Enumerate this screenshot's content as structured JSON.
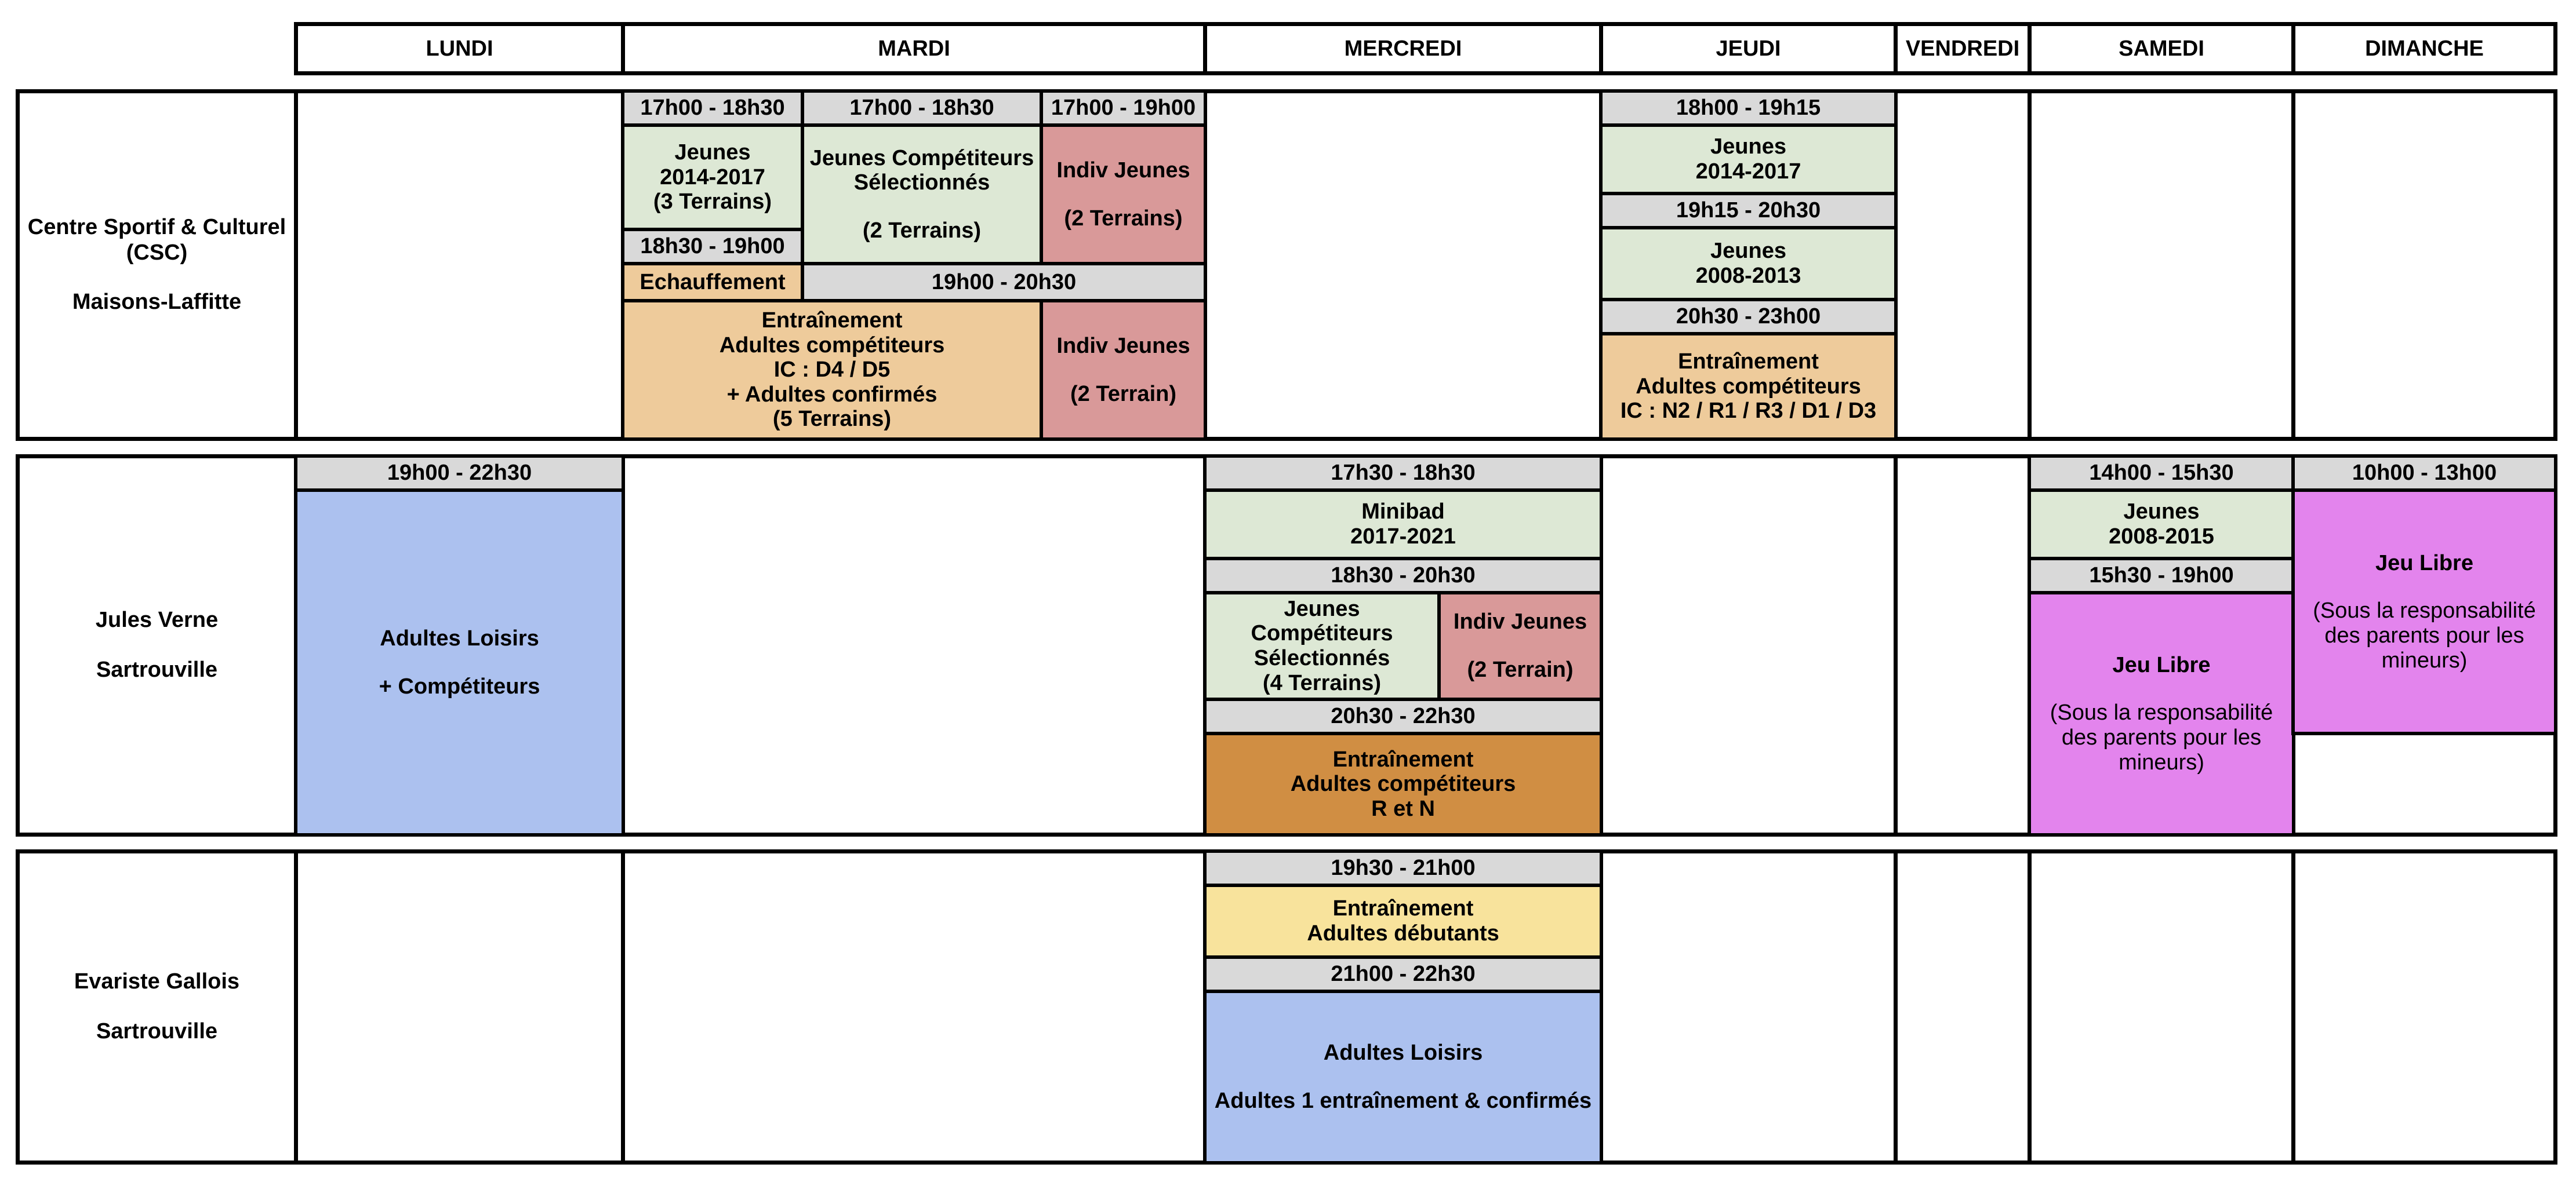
{
  "colors": {
    "time": "#d9d9d9",
    "green": "#dde8d5",
    "red": "#d99999",
    "peach": "#eecb9b",
    "blue": "#acc1ef",
    "magenta": "#e384ed",
    "orange": "#d08e43",
    "yellow": "#f8e39c"
  },
  "days": [
    "LUNDI",
    "MARDI",
    "MERCREDI",
    "JEUDI",
    "VENDREDI",
    "SAMEDI",
    "DIMANCHE"
  ],
  "locations": {
    "csc": {
      "line1": "Centre Sportif & Culturel",
      "line2": "(CSC)",
      "line3": "Maisons-Laffitte"
    },
    "jv": {
      "line1": "Jules Verne",
      "line2": "Sartrouville"
    },
    "eg": {
      "line1": "Evariste Gallois",
      "line2": "Sartrouville"
    }
  },
  "csc": {
    "mardi": {
      "t1": "17h00 - 18h30",
      "jeunes_a": [
        "Jeunes",
        "2014-2017",
        "(3 Terrains)"
      ],
      "t2": "17h00 - 18h30",
      "comp": [
        "Jeunes Compétiteurs",
        "Sélectionnés"
      ],
      "comp_terrains": "(2 Terrains)",
      "t3": "17h00 - 19h00",
      "indiv_a": "Indiv Jeunes",
      "indiv_a_terrains": "(2 Terrains)",
      "t4": "18h30 - 19h00",
      "echauffement": "Echauffement",
      "t5": "19h00 - 20h30",
      "entrainement": [
        "Entraînement",
        "Adultes compétiteurs",
        "IC : D4 / D5",
        "+ Adultes confirmés",
        "(5 Terrains)"
      ],
      "indiv_b": "Indiv Jeunes",
      "indiv_b_terrains": "(2 Terrain)"
    },
    "jeudi": {
      "t1": "18h00 - 19h15",
      "jeunes_a": [
        "Jeunes",
        "2014-2017"
      ],
      "t2": "19h15 - 20h30",
      "jeunes_b": [
        "Jeunes",
        "2008-2013"
      ],
      "t3": "20h30 - 23h00",
      "entrainement": [
        "Entraînement",
        "Adultes compétiteurs",
        "IC : N2 / R1 / R3 / D1 / D3"
      ]
    }
  },
  "jv": {
    "lundi": {
      "t1": "19h00 - 22h30",
      "loisirs": "Adultes Loisirs",
      "loisirs2": "+ Compétiteurs"
    },
    "mercredi": {
      "t1": "17h30 - 18h30",
      "minibad": [
        "Minibad",
        "2017-2021"
      ],
      "t2": "18h30 - 20h30",
      "comp": [
        "Jeunes Compétiteurs",
        "Sélectionnés",
        "(4 Terrains)"
      ],
      "indiv": "Indiv Jeunes",
      "indiv_terrains": "(2 Terrain)",
      "t3": "20h30 - 22h30",
      "entrainement": [
        "Entraînement",
        "Adultes compétiteurs",
        "R et N"
      ]
    },
    "samedi": {
      "t1": "14h00 - 15h30",
      "jeunes": [
        "Jeunes",
        "2008-2015"
      ],
      "t2": "15h30 - 19h00",
      "jeu": "Jeu Libre",
      "jeu_note": "(Sous la responsabilité\ndes parents pour les\nmineurs)"
    },
    "dimanche": {
      "t1": "10h00 - 13h00",
      "jeu": "Jeu Libre",
      "jeu_note": "(Sous la responsabilité\ndes parents pour les\nmineurs)"
    }
  },
  "eg": {
    "mercredi": {
      "t1": "19h30 - 21h00",
      "entrainement": [
        "Entraînement",
        "Adultes débutants"
      ],
      "t2": "21h00 - 22h30",
      "loisirs": "Adultes Loisirs",
      "loisirs2": "Adultes 1 entraînement & confirmés"
    }
  }
}
